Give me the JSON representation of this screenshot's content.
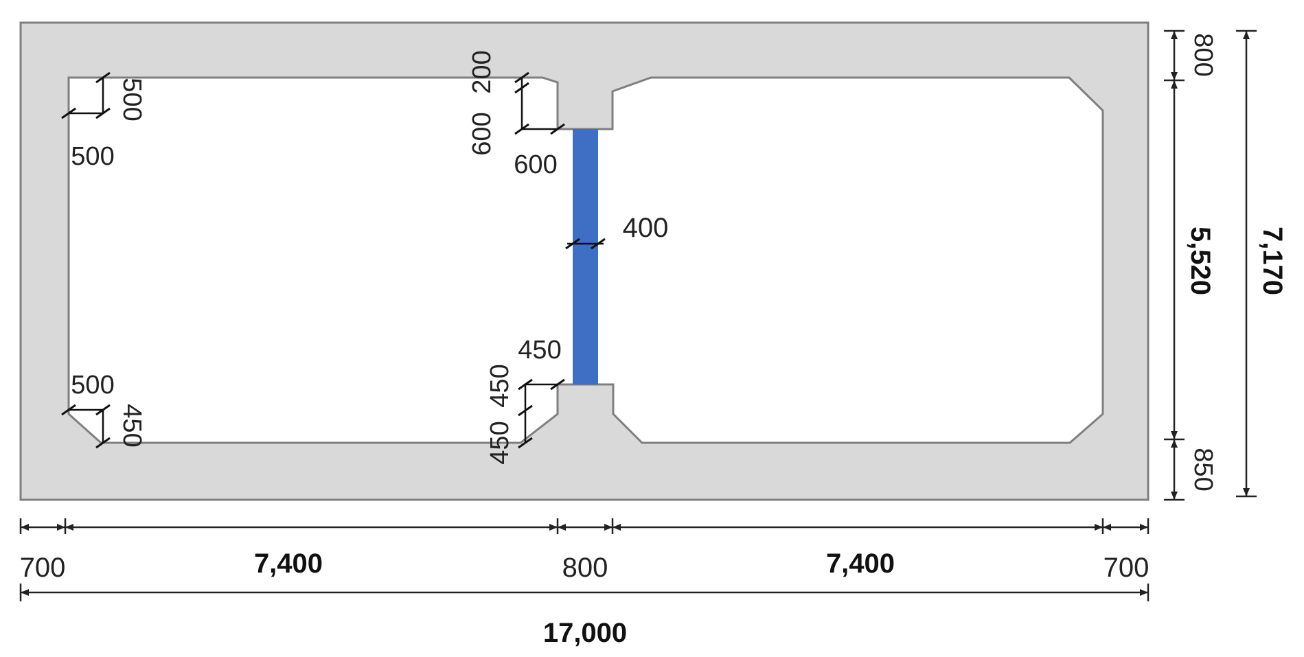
{
  "colors": {
    "concrete": "#d9d9d9",
    "outline": "#7f7f7f",
    "web_highlight": "#3f6fc4",
    "dimension_line": "#222222"
  },
  "dimensions": {
    "top_slab": "800",
    "inner_height": "5,520",
    "bottom_slab": "850",
    "total_height": "7,170",
    "left_wall": "700",
    "left_cell_width": "7,400",
    "center_web": "800",
    "right_cell_width": "7,400",
    "right_wall": "700",
    "total_width": "17,000",
    "web_thickness": "400"
  },
  "haunches": {
    "left_top_corner": {
      "vertical": "500",
      "horizontal": "500"
    },
    "left_bottom_corner": {
      "horizontal": "500",
      "vertical": "450"
    },
    "center_top": {
      "step": "200",
      "vertical": "600",
      "horizontal": "600"
    },
    "center_bottom": {
      "horizontal": "450",
      "vertical_upper": "450",
      "vertical_lower": "450"
    }
  }
}
